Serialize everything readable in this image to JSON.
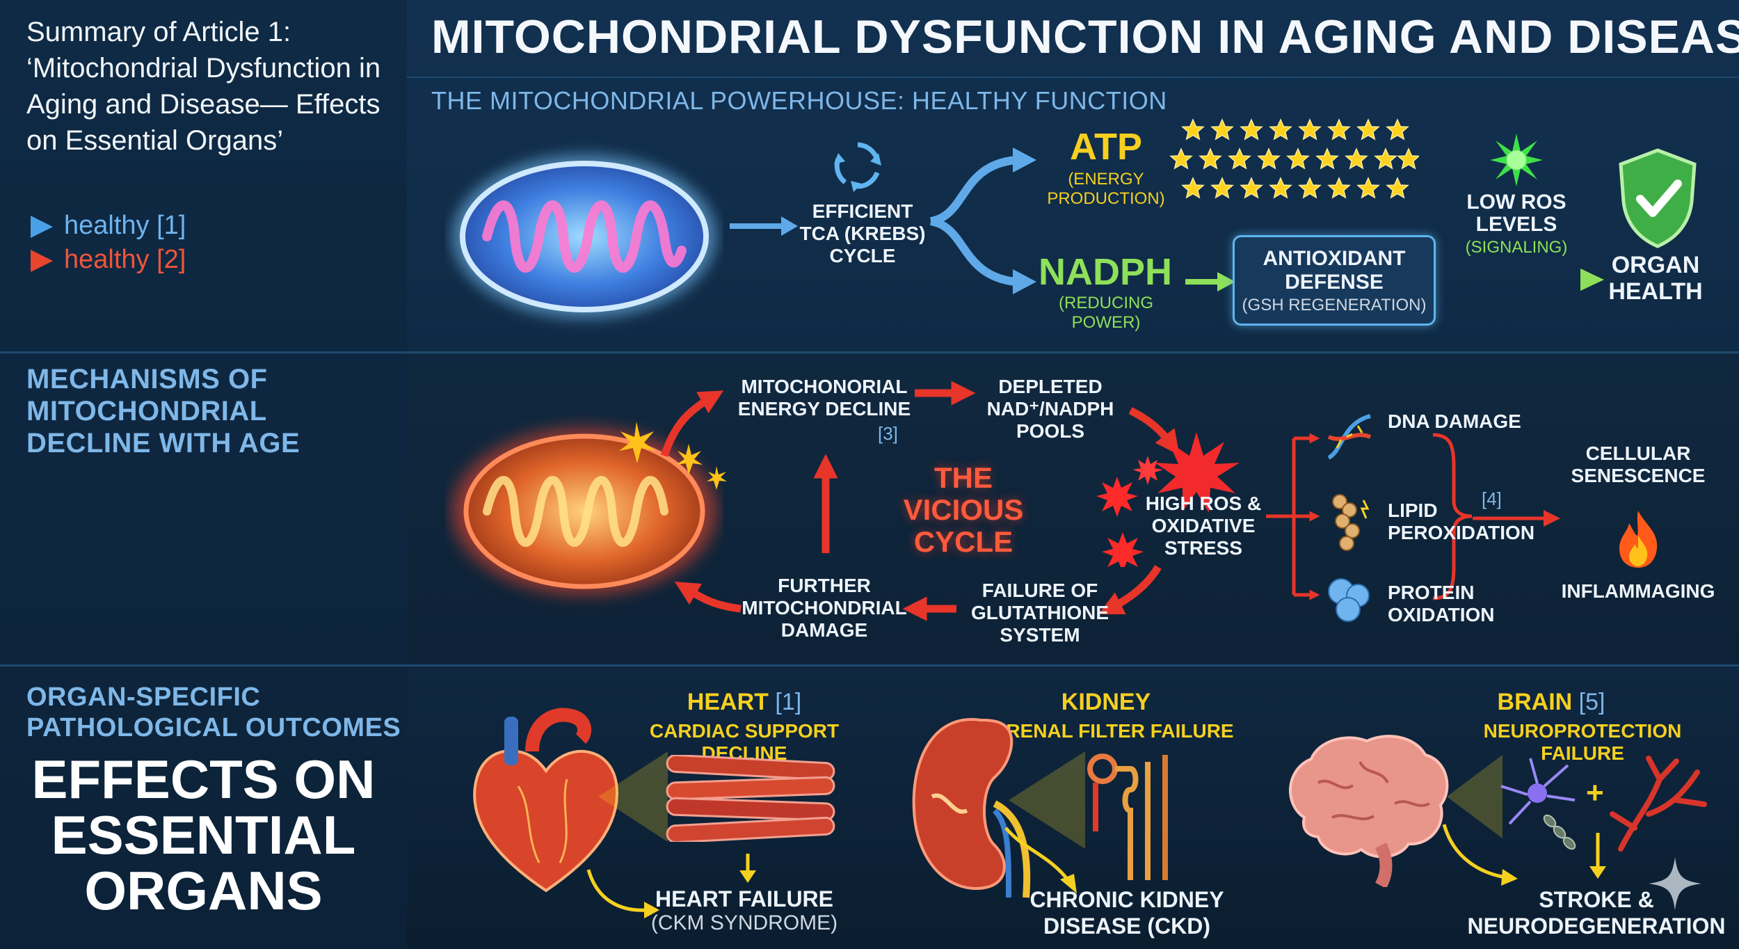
{
  "sidebar": {
    "summary_title": "Summary of Article 1: ‘Mitochondrial Dysfunction in Aging and Disease— Effects on Essential Organs’",
    "legend": [
      {
        "label": "healthy [1]",
        "color": "#4aa0e6"
      },
      {
        "label": "healthy [2]",
        "color": "#e8452e"
      }
    ],
    "section2_title": "MECHANISMS OF MITOCHONDRIAL DECLINE WITH AGE",
    "section3_title": "ORGAN-SPECIFIC PATHOLOGICAL OUTCOMES",
    "big_title": "EFFECTS ON ESSENTIAL ORGANS"
  },
  "header": {
    "title": "MITOCHONDRIAL DYSFUNCTION IN AGING AND DISEASE"
  },
  "section1": {
    "subtitle": "THE MITOCHONDRIAL POWERHOUSE: HEALTHY FUNCTION",
    "tca": "EFFICIENT TCA (KREBS) CYCLE",
    "atp": "ATP",
    "atp_sub": "(ENERGY PRODUCTION)",
    "nadph": "NADPH",
    "nadph_sub": "(REDUCING POWER)",
    "antioxidant_title": "ANTIOXIDANT DEFENSE",
    "antioxidant_sub": "(GSH REGENERATION)",
    "low_ros": "LOW ROS LEVELS",
    "low_ros_sub": "(SIGNALING)",
    "organ_health": "ORGAN HEALTH"
  },
  "section2": {
    "energy_decline": "MITOCHONORIAL ENERGY DECLINE",
    "energy_cite": "[3]",
    "depleted": "DEPLETED NAD⁺/NADPH POOLS",
    "vicious": "THE VICIOUS CYCLE",
    "high_ros": "HIGH ROS & OXIDATIVE STRESS",
    "glutathione": "FAILURE OF GLUTATHIONE SYSTEM",
    "further": "FURTHER MITOCHONDRIAL DAMAGE",
    "dna": "DNA DAMAGE",
    "lipid": "LIPID PEROXIDATION",
    "lipid_cite": "[4]",
    "protein": "PROTEIN OXIDATION",
    "senescence": "CELLULAR SENESCENCE",
    "inflammaging": "INFLAMMAGING"
  },
  "section3": {
    "heart_title": "HEART",
    "heart_cite": "[1]",
    "heart_sub": "CARDIAC SUPPORT DECLINE",
    "heart_outcome": "HEART FAILURE",
    "heart_outcome_sub": "(CKM SYNDROME)",
    "kidney_title": "KIDNEY",
    "kidney_sub": "RENAL FILTER FAILURE",
    "kidney_outcome": "CHRONIC KIDNEY DISEASE (CKD)",
    "brain_title": "BRAIN",
    "brain_cite": "[5]",
    "brain_sub": "NEUROPROTECTION FAILURE",
    "brain_outcome": "STROKE & NEURODEGENERATION"
  },
  "colors": {
    "blue_accent": "#4aa0e6",
    "red_accent": "#e8452e",
    "yellow": "#f5d020",
    "green": "#8ee05a",
    "section_blue": "#7fb7e8"
  }
}
